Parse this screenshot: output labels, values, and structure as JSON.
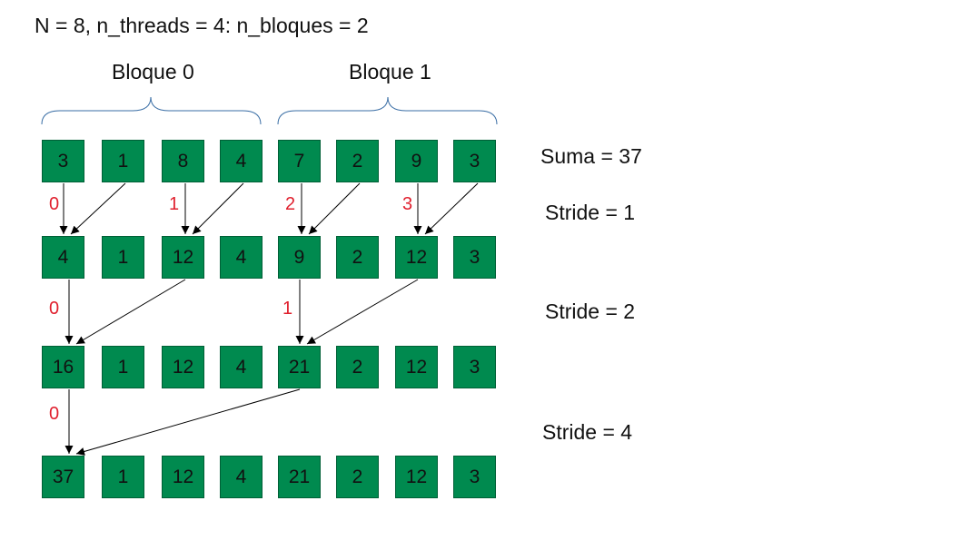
{
  "title": "N = 8, n_threads = 4: n_bloques = 2",
  "blocks": [
    "Bloque 0",
    "Bloque 1"
  ],
  "side_labels": {
    "suma": "Suma = 37",
    "stride1": "Stride = 1",
    "stride2": "Stride = 2",
    "stride4": "Stride = 4"
  },
  "rows": [
    [
      "3",
      "1",
      "8",
      "4",
      "7",
      "2",
      "9",
      "3"
    ],
    [
      "4",
      "1",
      "12",
      "4",
      "9",
      "2",
      "12",
      "3"
    ],
    [
      "16",
      "1",
      "12",
      "4",
      "21",
      "2",
      "12",
      "3"
    ],
    [
      "37",
      "1",
      "12",
      "4",
      "21",
      "2",
      "12",
      "3"
    ]
  ],
  "thread_ids": {
    "stride1": [
      "0",
      "1",
      "2",
      "3"
    ],
    "stride2": [
      "0",
      "1"
    ],
    "stride4": [
      "0"
    ]
  },
  "colors": {
    "cell_fill": "#008a4f",
    "thread_id": "#e0202e",
    "brace": "#3a6ea5",
    "arrow": "#000000"
  }
}
